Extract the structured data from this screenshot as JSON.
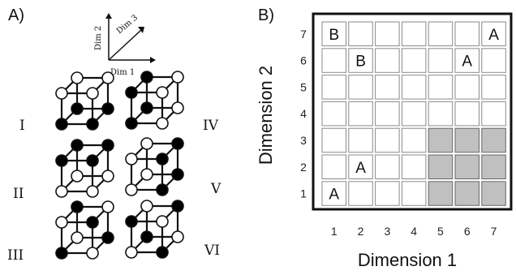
{
  "panel_a": {
    "label": "A)",
    "axes": {
      "dim1": "Dim 1",
      "dim2": "Dim 2",
      "dim3": "Dim 3"
    },
    "cubes": [
      {
        "roman": "I",
        "filled": [
          true,
          true,
          false,
          false,
          true,
          true,
          false,
          false
        ]
      },
      {
        "roman": "II",
        "filled": [
          false,
          false,
          true,
          true,
          false,
          false,
          true,
          true
        ]
      },
      {
        "roman": "III",
        "filled": [
          true,
          false,
          false,
          true,
          false,
          true,
          true,
          false
        ]
      },
      {
        "roman": "IV",
        "filled": [
          true,
          false,
          true,
          false,
          true,
          false,
          true,
          false
        ]
      },
      {
        "roman": "V",
        "filled": [
          false,
          true,
          false,
          true,
          false,
          true,
          false,
          true
        ]
      },
      {
        "roman": "VI",
        "filled": [
          false,
          true,
          true,
          false,
          true,
          false,
          false,
          true
        ]
      }
    ]
  },
  "panel_b": {
    "label": "B)",
    "xlabel": "Dimension 1",
    "ylabel": "Dimension 2",
    "xticks": [
      "1",
      "2",
      "3",
      "4",
      "5",
      "6",
      "7"
    ],
    "yticks": [
      "1",
      "2",
      "3",
      "4",
      "5",
      "6",
      "7"
    ],
    "shaded_color": "#c0c0c0",
    "shaded_cells": [
      [
        5,
        1
      ],
      [
        6,
        1
      ],
      [
        7,
        1
      ],
      [
        5,
        2
      ],
      [
        6,
        2
      ],
      [
        7,
        2
      ],
      [
        5,
        3
      ],
      [
        6,
        3
      ],
      [
        7,
        3
      ]
    ],
    "letters": [
      {
        "text": "B",
        "x": 1,
        "y": 7
      },
      {
        "text": "A",
        "x": 7,
        "y": 7
      },
      {
        "text": "B",
        "x": 2,
        "y": 6
      },
      {
        "text": "A",
        "x": 6,
        "y": 6
      },
      {
        "text": "A",
        "x": 2,
        "y": 2
      },
      {
        "text": "A",
        "x": 1,
        "y": 1
      }
    ]
  }
}
